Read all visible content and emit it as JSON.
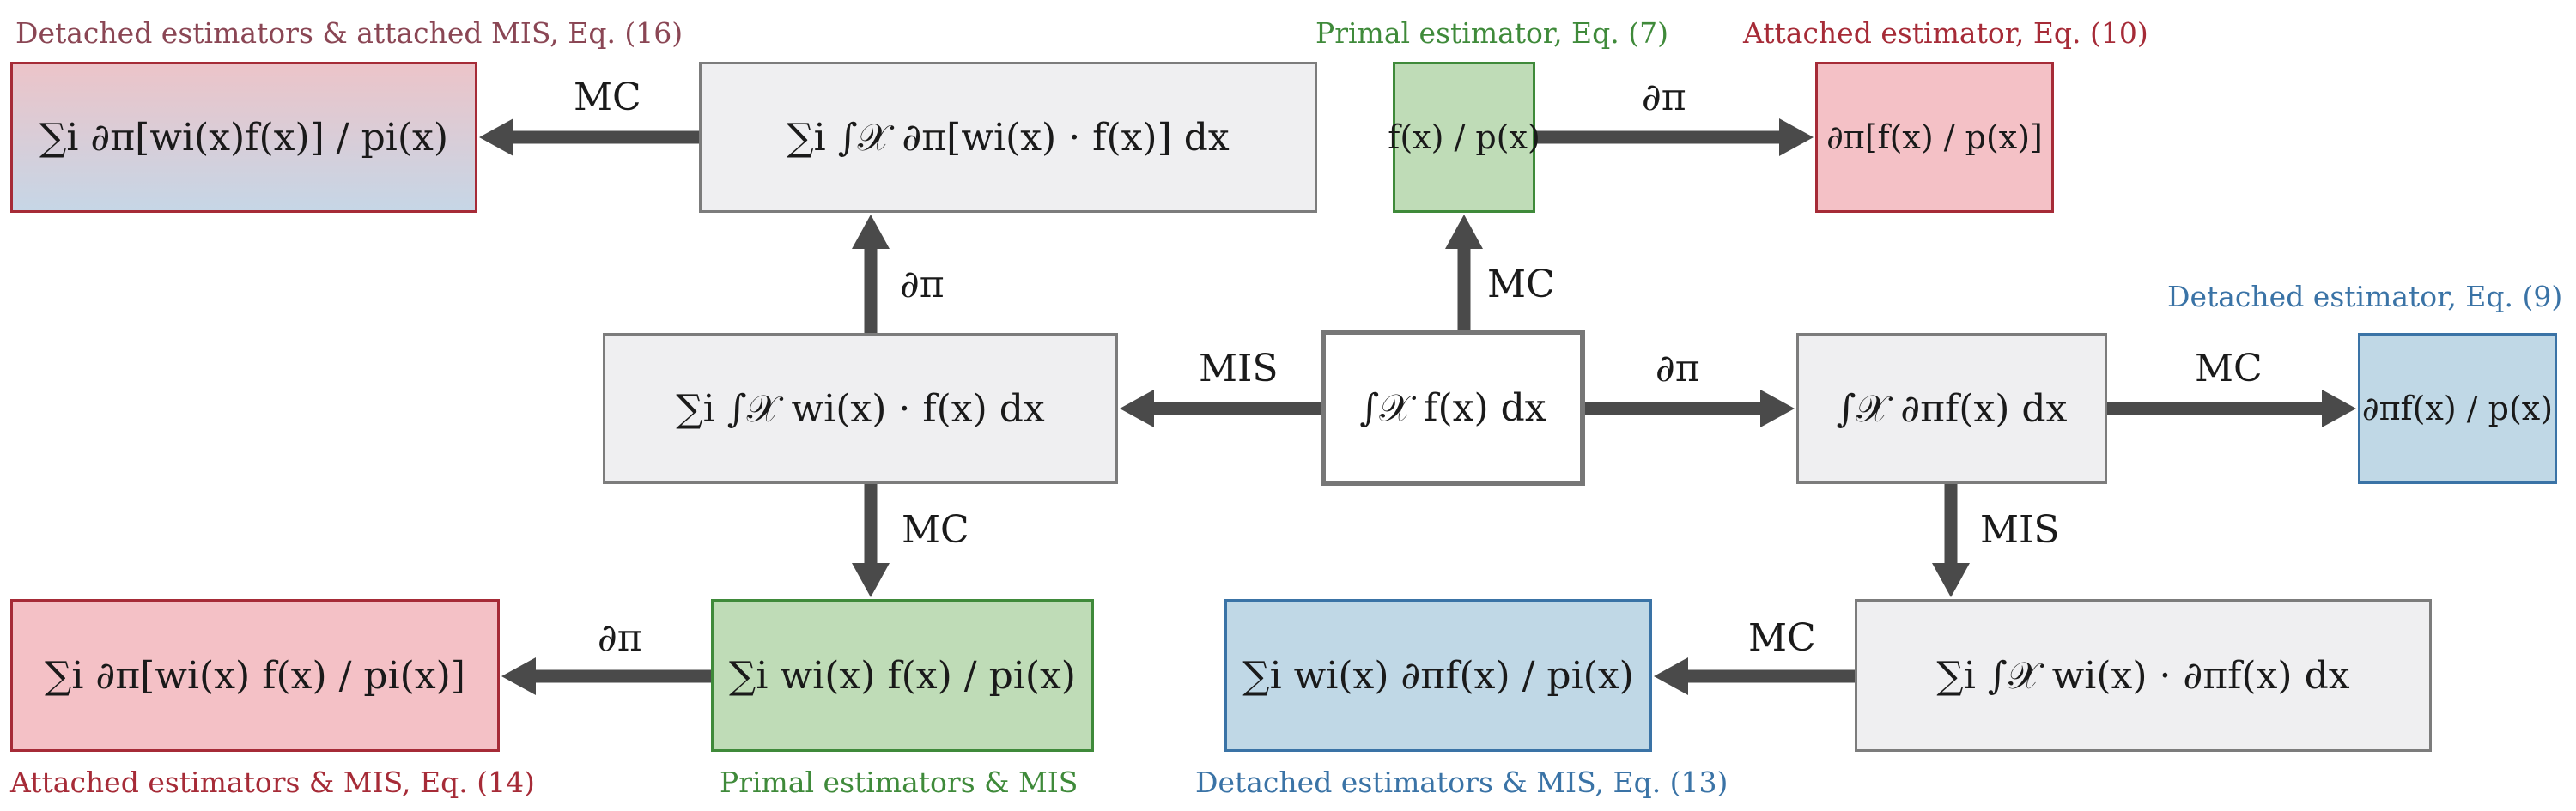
{
  "colors": {
    "gray_fill": "#efeff1",
    "green_fill": "#bfdcb7",
    "red_fill": "#f4c1c6",
    "blue_fill": "#c0d8e6",
    "arrow": "#4a4a4a"
  },
  "captions": {
    "detached_attached_mis": "Detached estimators & attached MIS, Eq. (16)",
    "primal_estimator": "Primal estimator, Eq. (7)",
    "attached_estimator": "Attached estimator, Eq. (10)",
    "detached_estimator": "Detached estimator, Eq. (9)",
    "attached_estimators_mis": "Attached estimators & MIS, Eq. (14)",
    "primal_estimators_mis": "Primal estimators & MIS",
    "detached_estimators_mis": "Detached estimators & MIS, Eq. (13)"
  },
  "formulas": {
    "integral": "∫𝒳 f(x) dx",
    "mis_integral": "∑i ∫𝒳 wi(x) · f(x) dx",
    "deriv_mis_integral": "∑i ∫𝒳 ∂π[wi(x) · f(x)] dx",
    "deriv_integral": "∫𝒳 ∂πf(x) dx",
    "mis_deriv_integral": "∑i ∫𝒳 wi(x) · ∂πf(x) dx",
    "primal_estimator": "f(x) / p(x)",
    "attached_estimator": "∂π[f(x) / p(x)]",
    "detached_estimator": "∂πf(x) / p(x)",
    "detached_attached_mis": "∑i ∂π[wi(x)f(x)] / pi(x)",
    "primal_mis": "∑i wi(x) f(x) / pi(x)",
    "attached_mis": "∑i ∂π[wi(x) f(x) / pi(x)]",
    "detached_mis": "∑i wi(x) ∂πf(x) / pi(x)"
  },
  "edge_labels": {
    "mc_top_left": "MC",
    "d_top_mid": "∂π",
    "d_up": "∂π",
    "mc_up": "MC",
    "mis_left": "MIS",
    "d_right": "∂π",
    "mc_right": "MC",
    "mc_down": "MC",
    "mis_down": "MIS",
    "d_bottom_left": "∂π",
    "mc_bottom_right": "MC"
  }
}
